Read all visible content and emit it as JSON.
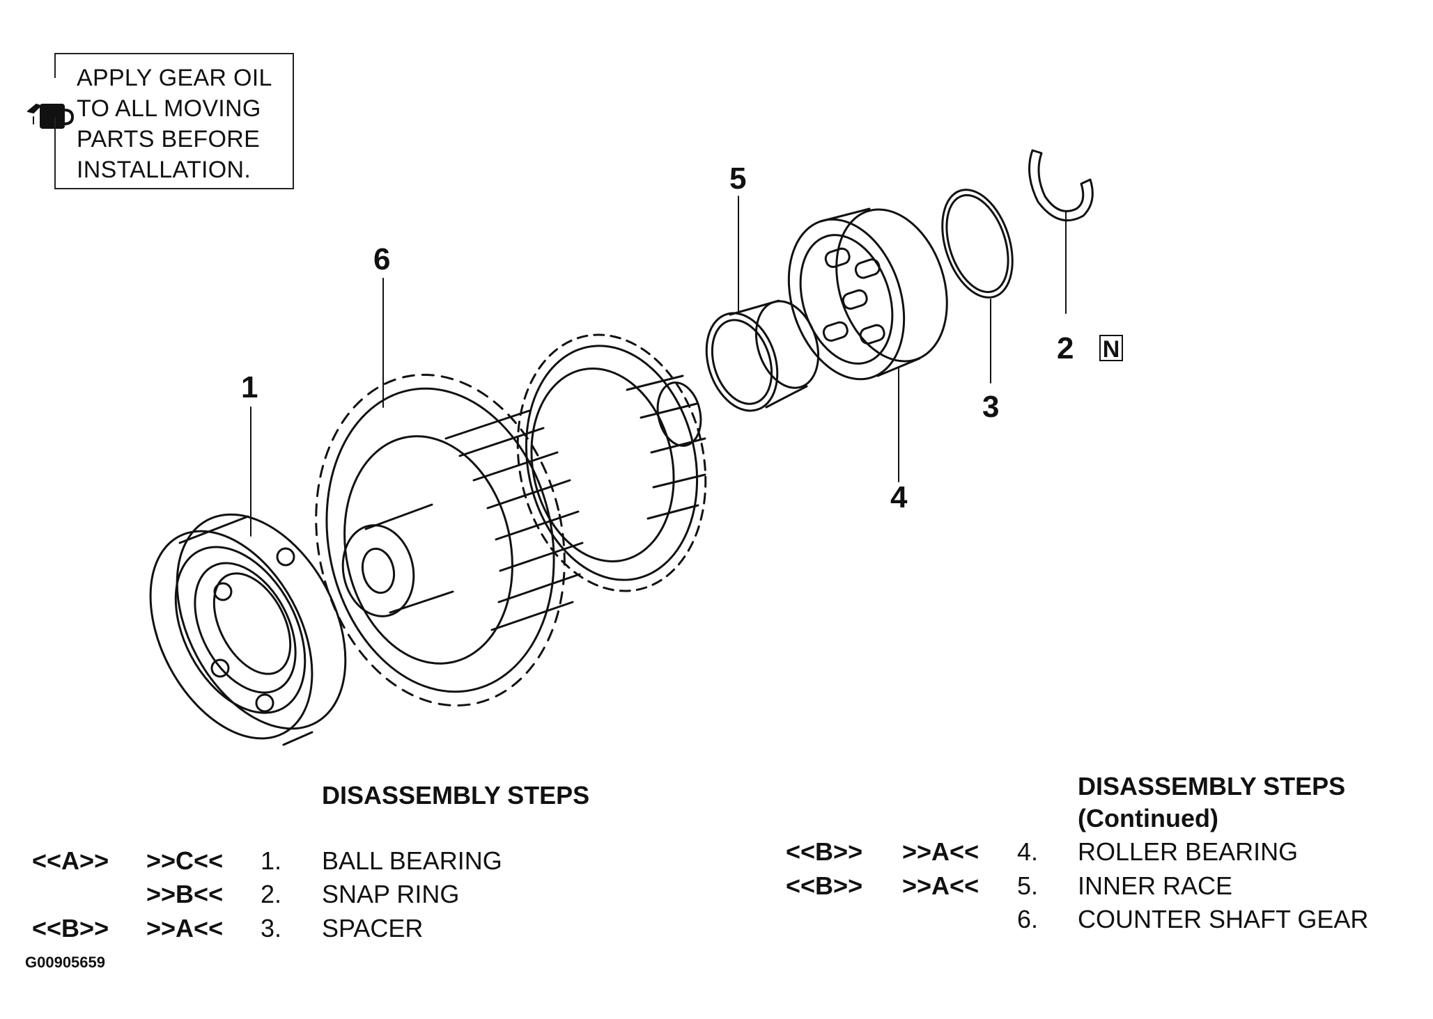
{
  "note": {
    "lines": [
      "APPLY GEAR OIL",
      "TO ALL MOVING",
      "PARTS BEFORE",
      "INSTALLATION."
    ],
    "icon": "oil-can-icon"
  },
  "callouts": {
    "c1": "1",
    "c2": "2",
    "c3": "3",
    "c4": "4",
    "c5": "5",
    "c6": "6",
    "badge": "N"
  },
  "steps_left": {
    "heading": "DISASSEMBLY STEPS",
    "rows": [
      {
        "removal": "<<A>>",
        "install": ">>C<<",
        "num": "1.",
        "name": "BALL BEARING"
      },
      {
        "removal": "",
        "install": ">>B<<",
        "num": "2.",
        "name": "SNAP RING"
      },
      {
        "removal": "<<B>>",
        "install": ">>A<<",
        "num": "3.",
        "name": "SPACER"
      }
    ]
  },
  "steps_right": {
    "heading": "DISASSEMBLY STEPS",
    "heading2": "(Continued)",
    "rows": [
      {
        "removal": "<<B>>",
        "install": ">>A<<",
        "num": "4.",
        "name": "ROLLER BEARING"
      },
      {
        "removal": "<<B>>",
        "install": ">>A<<",
        "num": "5.",
        "name": "INNER RACE"
      },
      {
        "removal": "",
        "install": "",
        "num": "6.",
        "name": "COUNTER SHAFT GEAR"
      }
    ]
  },
  "figure_id": "G00905659"
}
